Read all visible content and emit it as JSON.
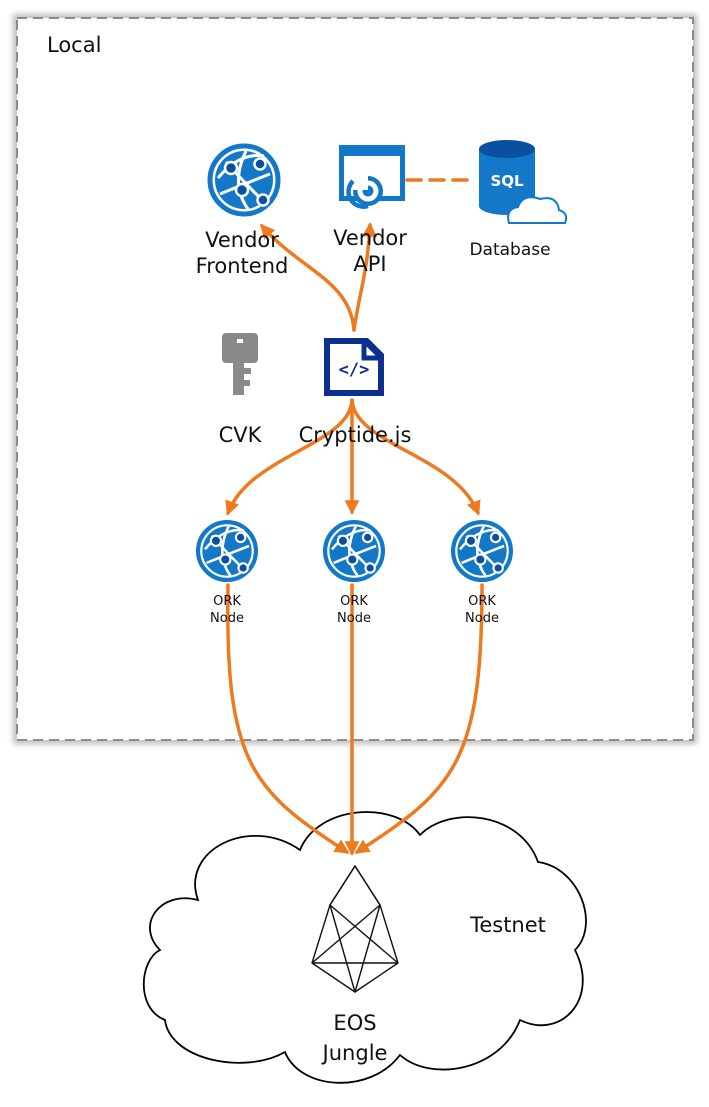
{
  "local": {
    "title": "Local"
  },
  "vendor_frontend": {
    "line1": "Vendor",
    "line2": "Frontend",
    "icon": "web-app-globe-icon"
  },
  "vendor_api": {
    "line1": "Vendor",
    "line2": "API",
    "icon": "api-app-icon"
  },
  "database": {
    "label": "Database",
    "badge": "SQL",
    "icon": "sql-database-icon"
  },
  "cvk": {
    "label": "CVK",
    "icon": "key-icon"
  },
  "cryptide": {
    "label": "Cryptide.js",
    "badge": "</>",
    "icon": "code-file-icon"
  },
  "ork_nodes": [
    {
      "line1": "ORK",
      "line2": "Node"
    },
    {
      "line1": "ORK",
      "line2": "Node"
    },
    {
      "line1": "ORK",
      "line2": "Node"
    }
  ],
  "testnet": {
    "label": "Testnet"
  },
  "eos": {
    "line1": "EOS",
    "line2": "Jungle",
    "icon": "eos-logo-icon"
  },
  "colors": {
    "connector": "#ed7a1f",
    "azure": "#1478c8",
    "azure_dark": "#0b4fa0",
    "code_file": "#0d2f8f",
    "key": "#8a8a8a",
    "boundary": "#8c8c8c"
  }
}
